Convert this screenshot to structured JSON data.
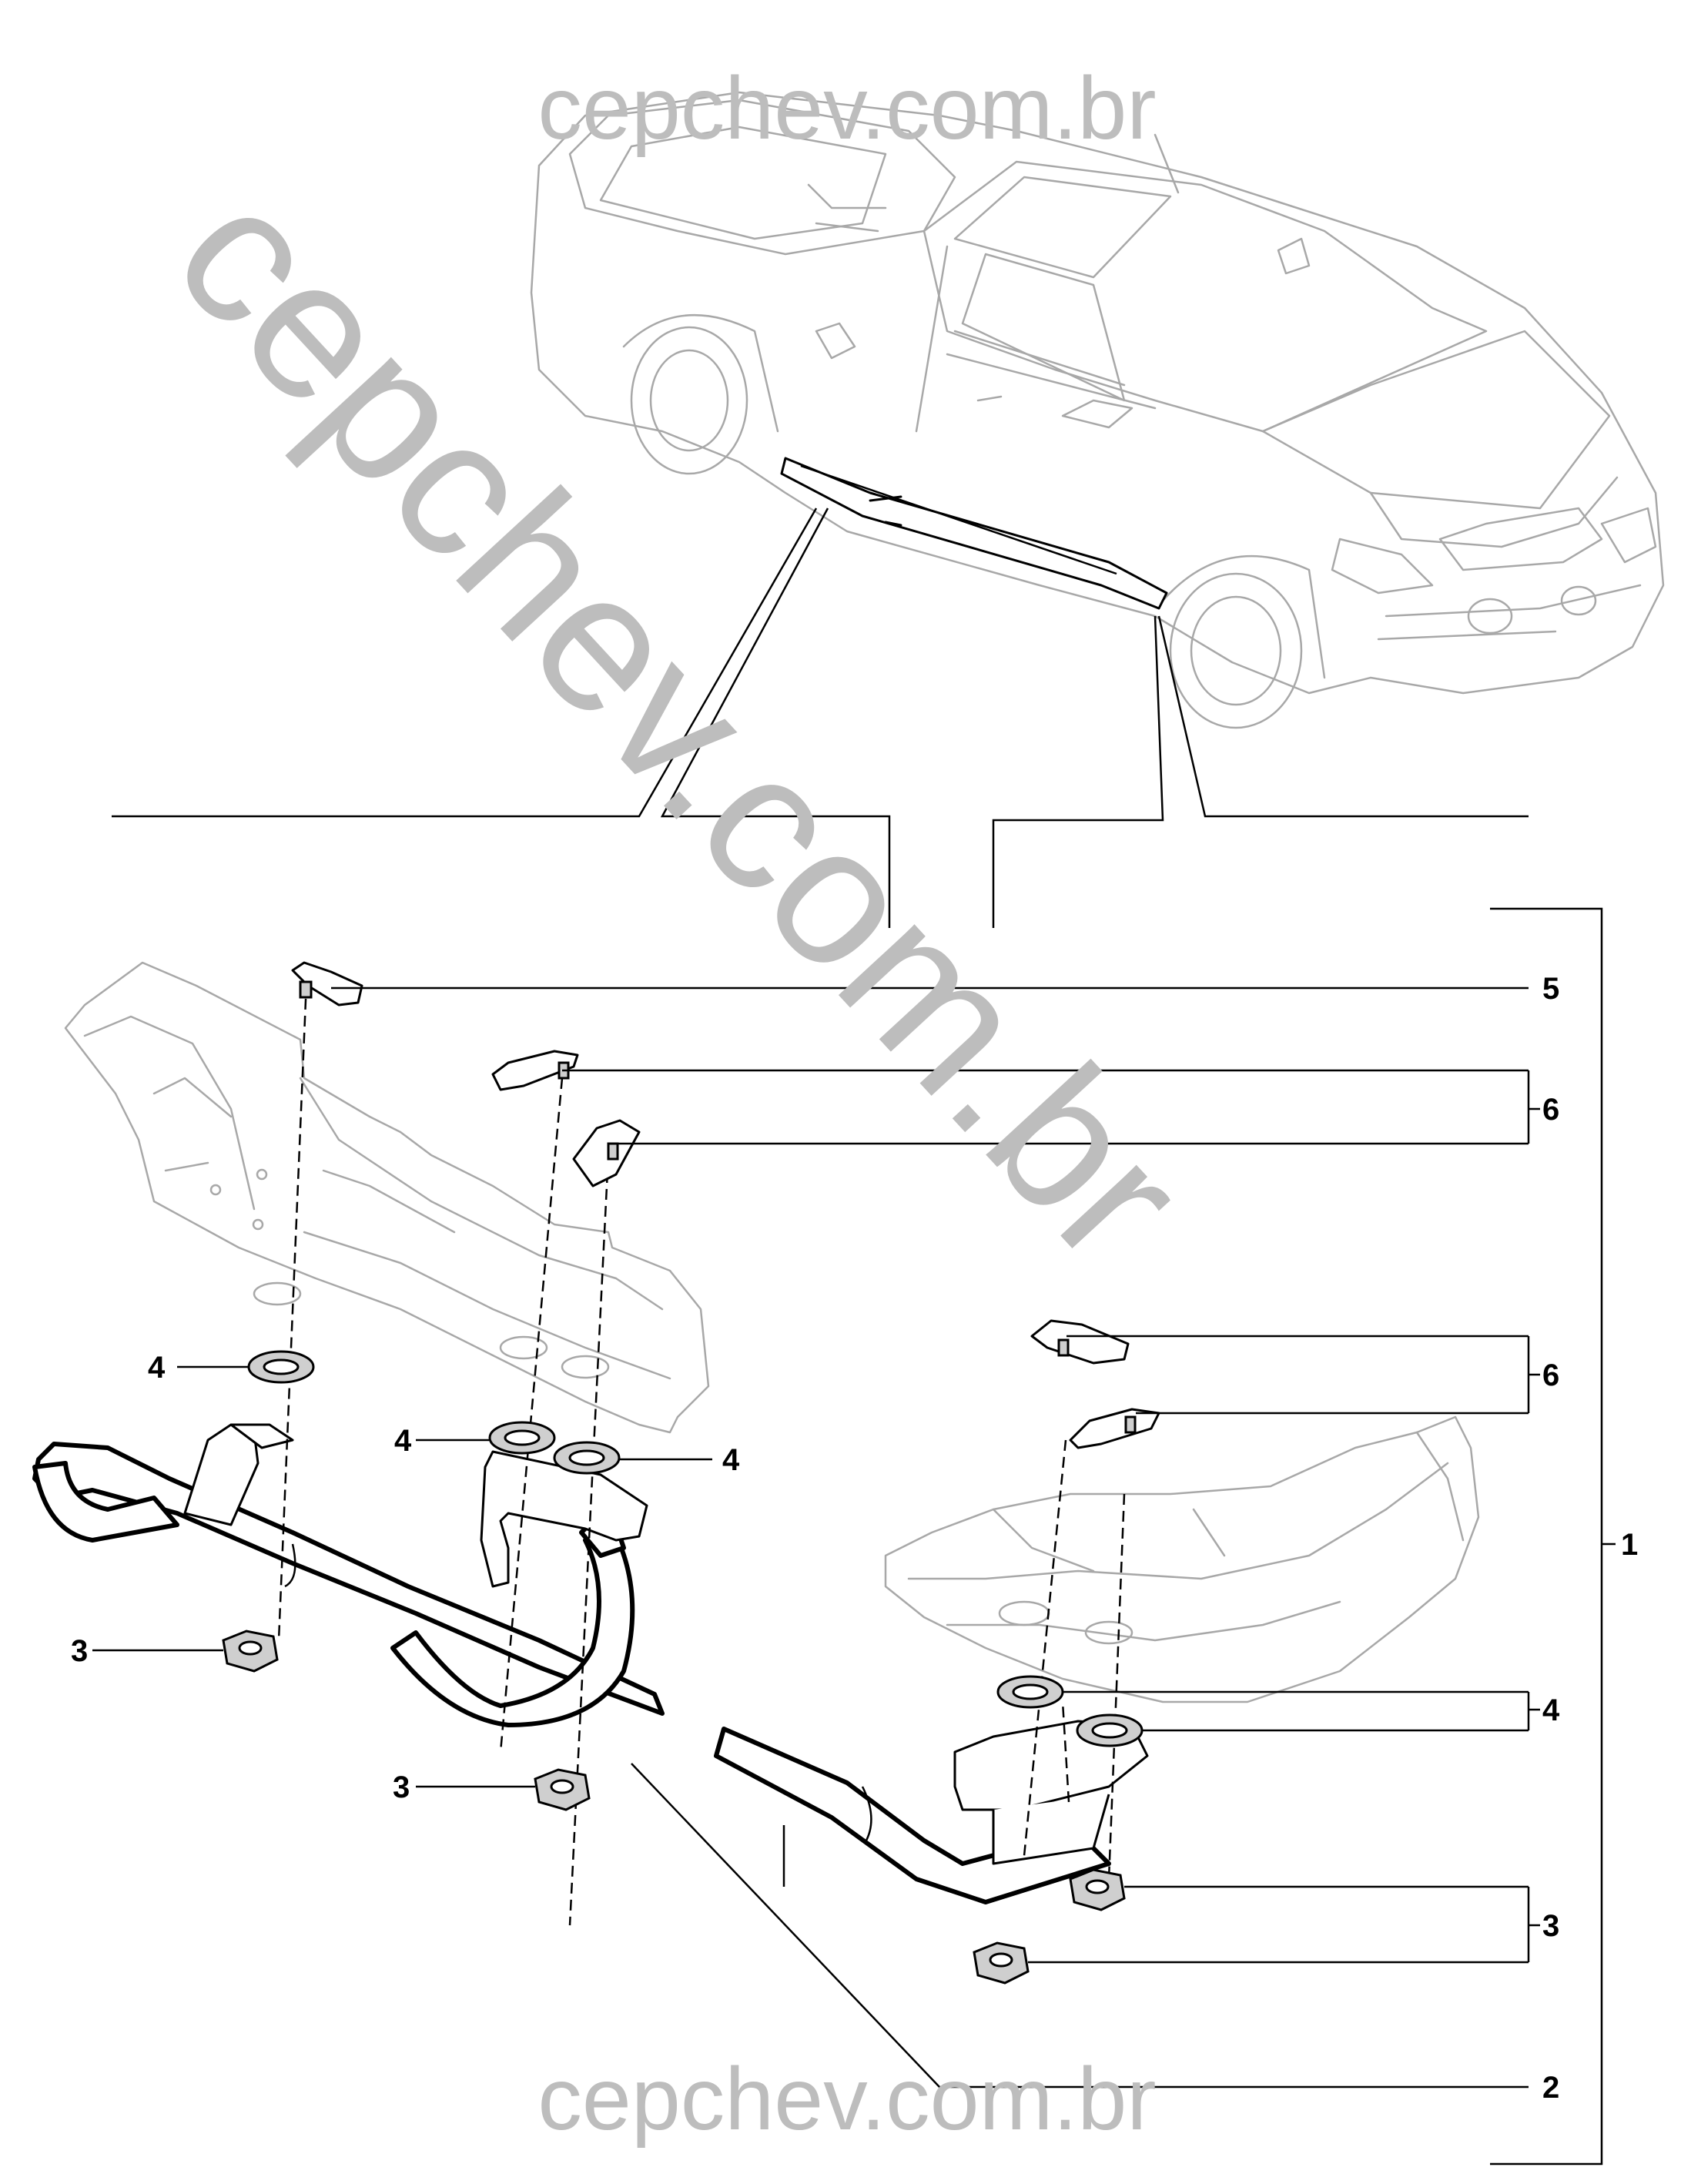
{
  "watermarks": {
    "top": "cepchev.com.br",
    "diagonal": "cepchev.com.br",
    "bottom": "cepchev.com.br"
  },
  "callouts": {
    "c1": "1",
    "c2": "2",
    "c3a": "3",
    "c3b": "3",
    "c3c": "3",
    "c4a": "4",
    "c4b": "4",
    "c4c": "4",
    "c4d": "4",
    "c5": "5",
    "c6a": "6",
    "c6b": "6"
  },
  "colors": {
    "ink": "#000000",
    "ghost_lines": "#a8a8a8",
    "watermark": "#bdbdbd"
  }
}
